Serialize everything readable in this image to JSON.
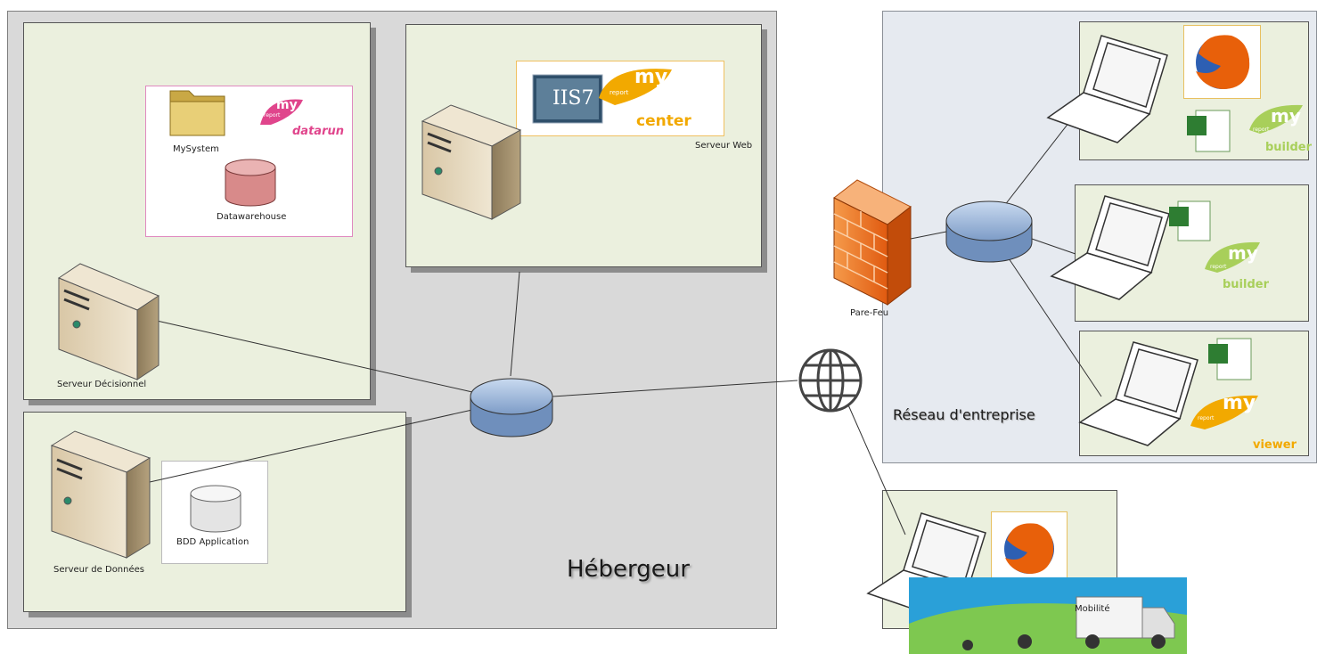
{
  "hebergeur": {
    "title": "Hébergeur",
    "serveur_decisionnel": {
      "label": "Serveur Décisionnel",
      "mysystem": "MySystem",
      "datawarehouse": "Datawarehouse",
      "datarun_my": "my",
      "datarun_report": "report",
      "datarun_name": "datarun"
    },
    "serveur_web": {
      "label": "Serveur Web",
      "iis": "IIS7",
      "center_my": "my",
      "center_report": "report",
      "center_name": "center"
    },
    "serveur_donnees": {
      "label": "Serveur de Données",
      "bdd": "BDD  Application"
    }
  },
  "pare_feu": {
    "label": "Pare-Feu"
  },
  "entreprise": {
    "title": "Réseau d'entreprise",
    "ws1": {
      "my": "my",
      "report": "report",
      "product": "builder"
    },
    "ws2": {
      "my": "my",
      "report": "report",
      "product": "builder"
    },
    "ws3": {
      "my": "my",
      "report": "report",
      "product": "viewer"
    }
  },
  "mobilite": {
    "label": "Mobilité"
  },
  "colors": {
    "panel": "#ebf0de",
    "hebergeur_bg": "#d9d9d9",
    "entreprise_bg": "#e6eaf0",
    "firewall": "#f07a2a",
    "hub": "#9db8d8",
    "datarun": "#e0458c",
    "myreport_orange": "#f2a900",
    "myreport_green": "#8fbf3a"
  }
}
